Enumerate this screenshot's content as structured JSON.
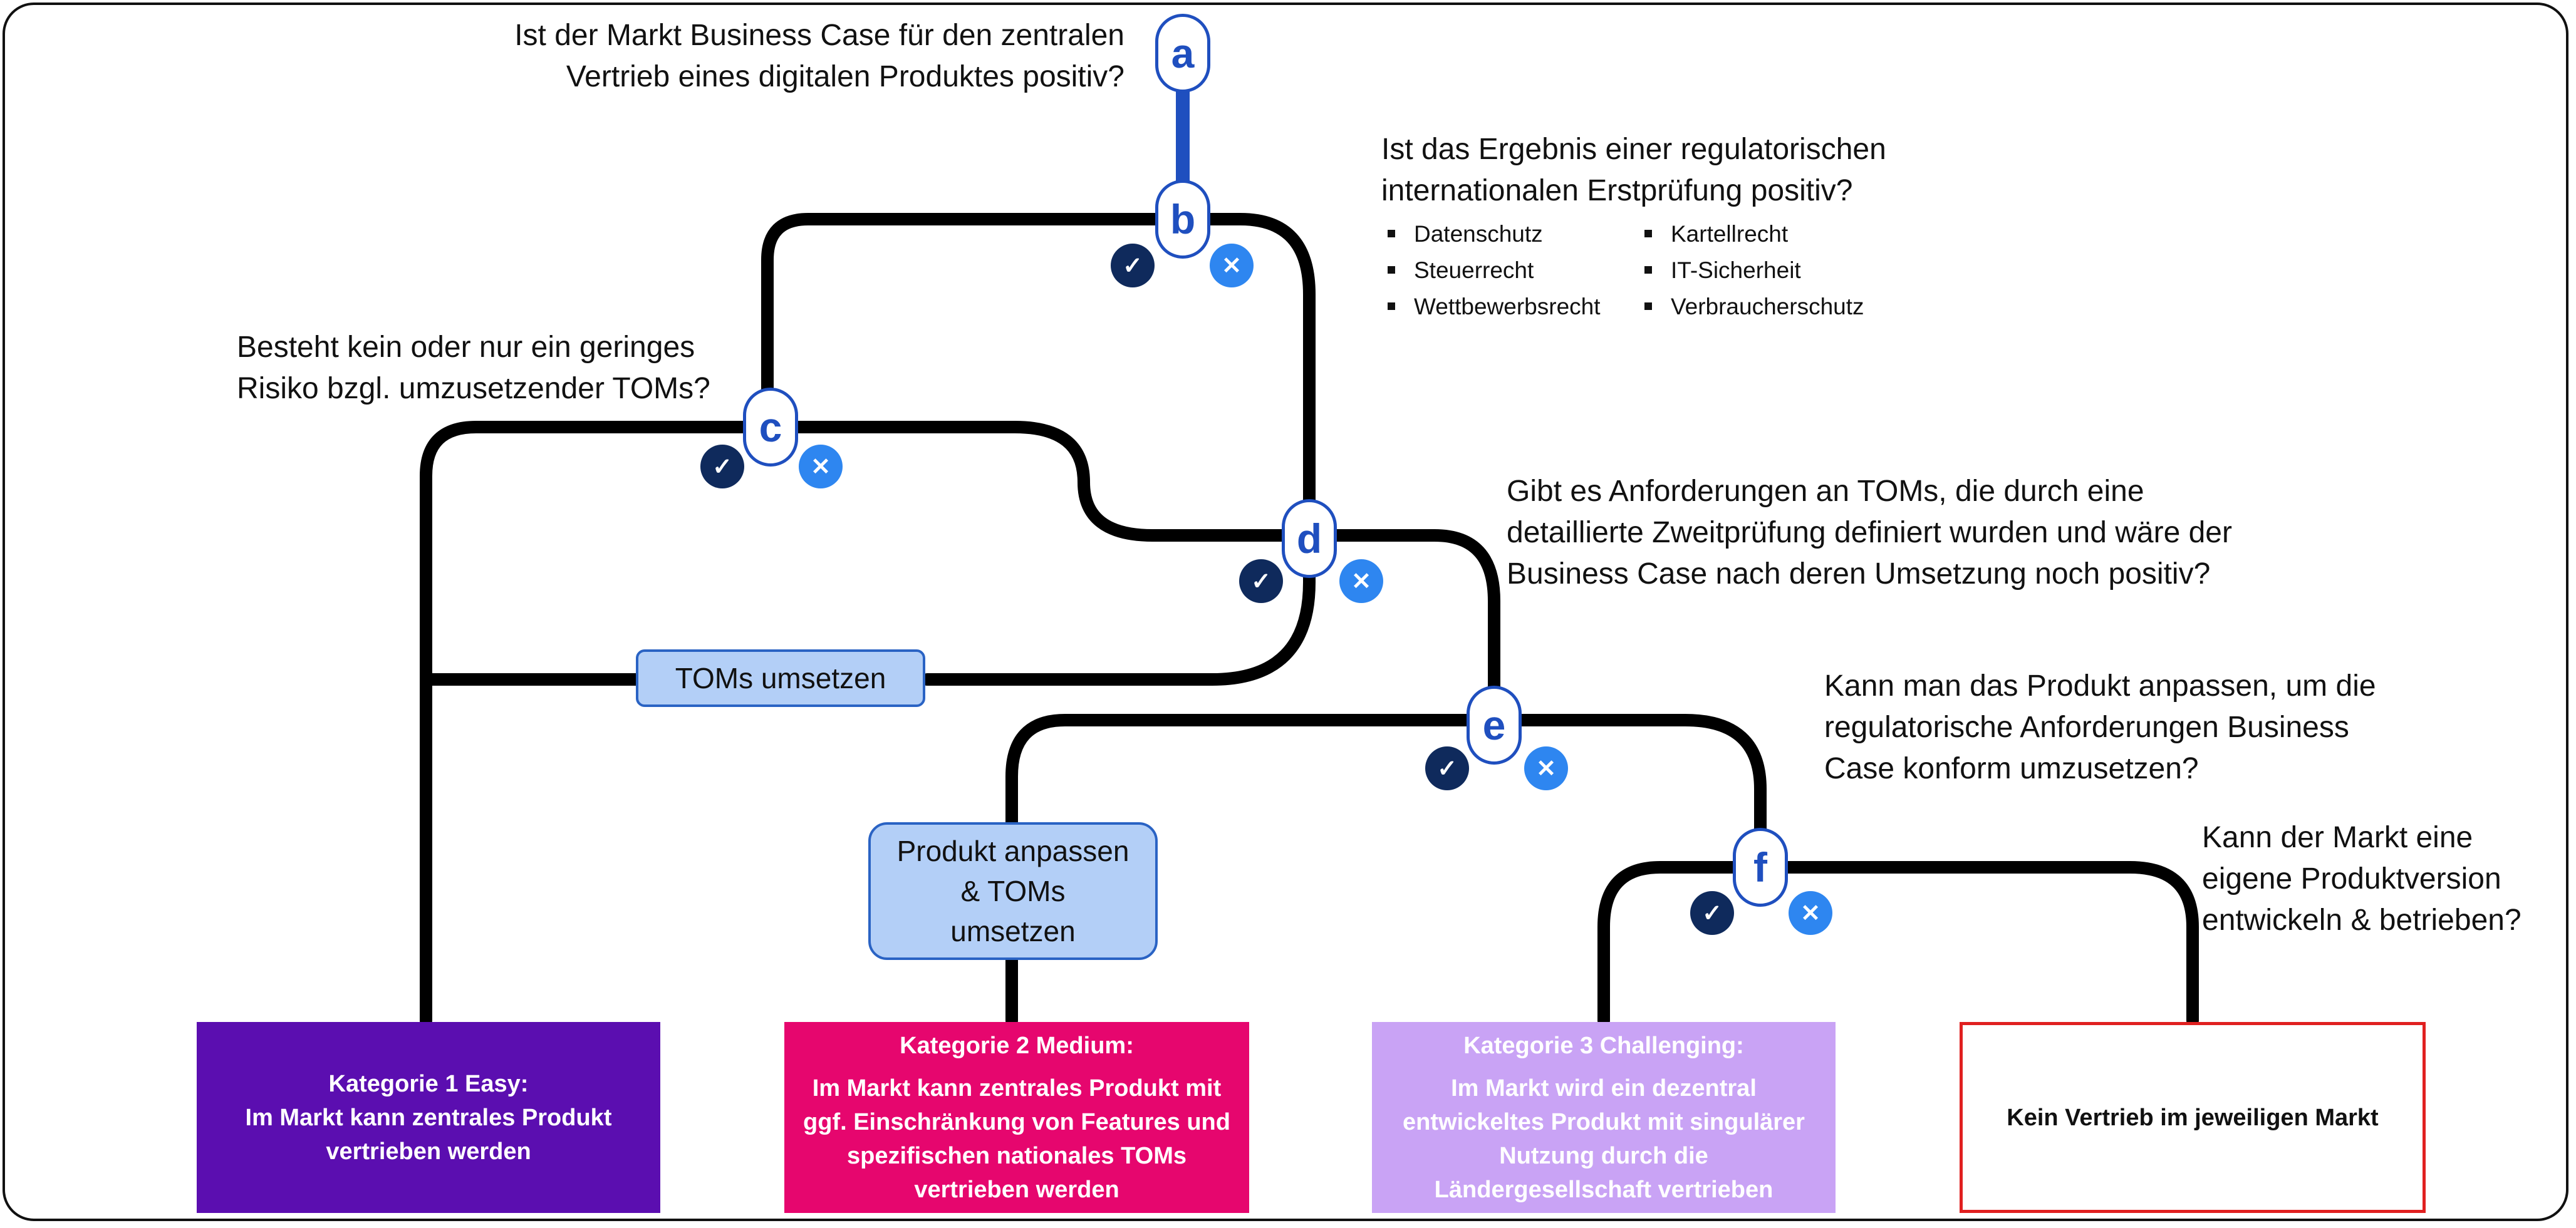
{
  "nodes": {
    "a": {
      "label": "a",
      "question": "Ist der Markt Business Case für den zentralen Vertrieb eines digitalen Produktes positiv?"
    },
    "b": {
      "label": "b",
      "question": "Ist das Ergebnis einer regulatorischen internationalen Erstprüfung positiv?",
      "topics": [
        "Datenschutz",
        "Kartellrecht",
        "Steuerrecht",
        "IT-Sicherheit",
        "Wettbewerbsrecht",
        "Verbraucherschutz"
      ]
    },
    "c": {
      "label": "c",
      "question": "Besteht kein oder nur ein geringes Risiko bzgl. umzusetzender TOMs?"
    },
    "d": {
      "label": "d",
      "question": "Gibt es Anforderungen an TOMs, die durch eine detaillierte Zweitprüfung definiert wurden und wäre der Business Case nach deren Umsetzung noch positiv?"
    },
    "e": {
      "label": "e",
      "question": "Kann man das Produkt anpassen, um die regulatorische Anforderungen Business Case konform umzusetzen?"
    },
    "f": {
      "label": "f",
      "question": "Kann der Markt eine eigene Produktversion entwickeln & betrieben?"
    }
  },
  "actions": {
    "toms": "TOMs umsetzen",
    "produkt": "Produkt anpassen & TOMs umsetzen"
  },
  "categories": [
    {
      "title": "",
      "body": "Kategorie 1 Easy:\nIm Markt kann zentrales Produkt vertrieben werden",
      "color": "#5b0eb0"
    },
    {
      "title": "Kategorie 2 Medium:",
      "body": "Im Markt kann zentrales Produkt mit ggf. Einschränkung von Features und spezifischen nationales TOMs vertrieben werden",
      "color": "#e6066e"
    },
    {
      "title": "Kategorie 3 Challenging:",
      "body": "Im Markt wird ein dezentral entwickeltes Produkt mit singulärer Nutzung durch die Ländergesellschaft vertrieben",
      "color": "#c9a3f5"
    },
    {
      "title": "",
      "body": "Kein Vertrieb im jeweiligen Markt",
      "color": "#ffffff"
    }
  ],
  "icons": {
    "yes": "check-icon",
    "no": "cross-icon"
  },
  "colors": {
    "line": "#000000",
    "node_accent": "#1f4fbf",
    "yes": "#0f2a5c",
    "no": "#2e86f0",
    "action_fill": "#b3cff7",
    "reject_border": "#e02020"
  }
}
